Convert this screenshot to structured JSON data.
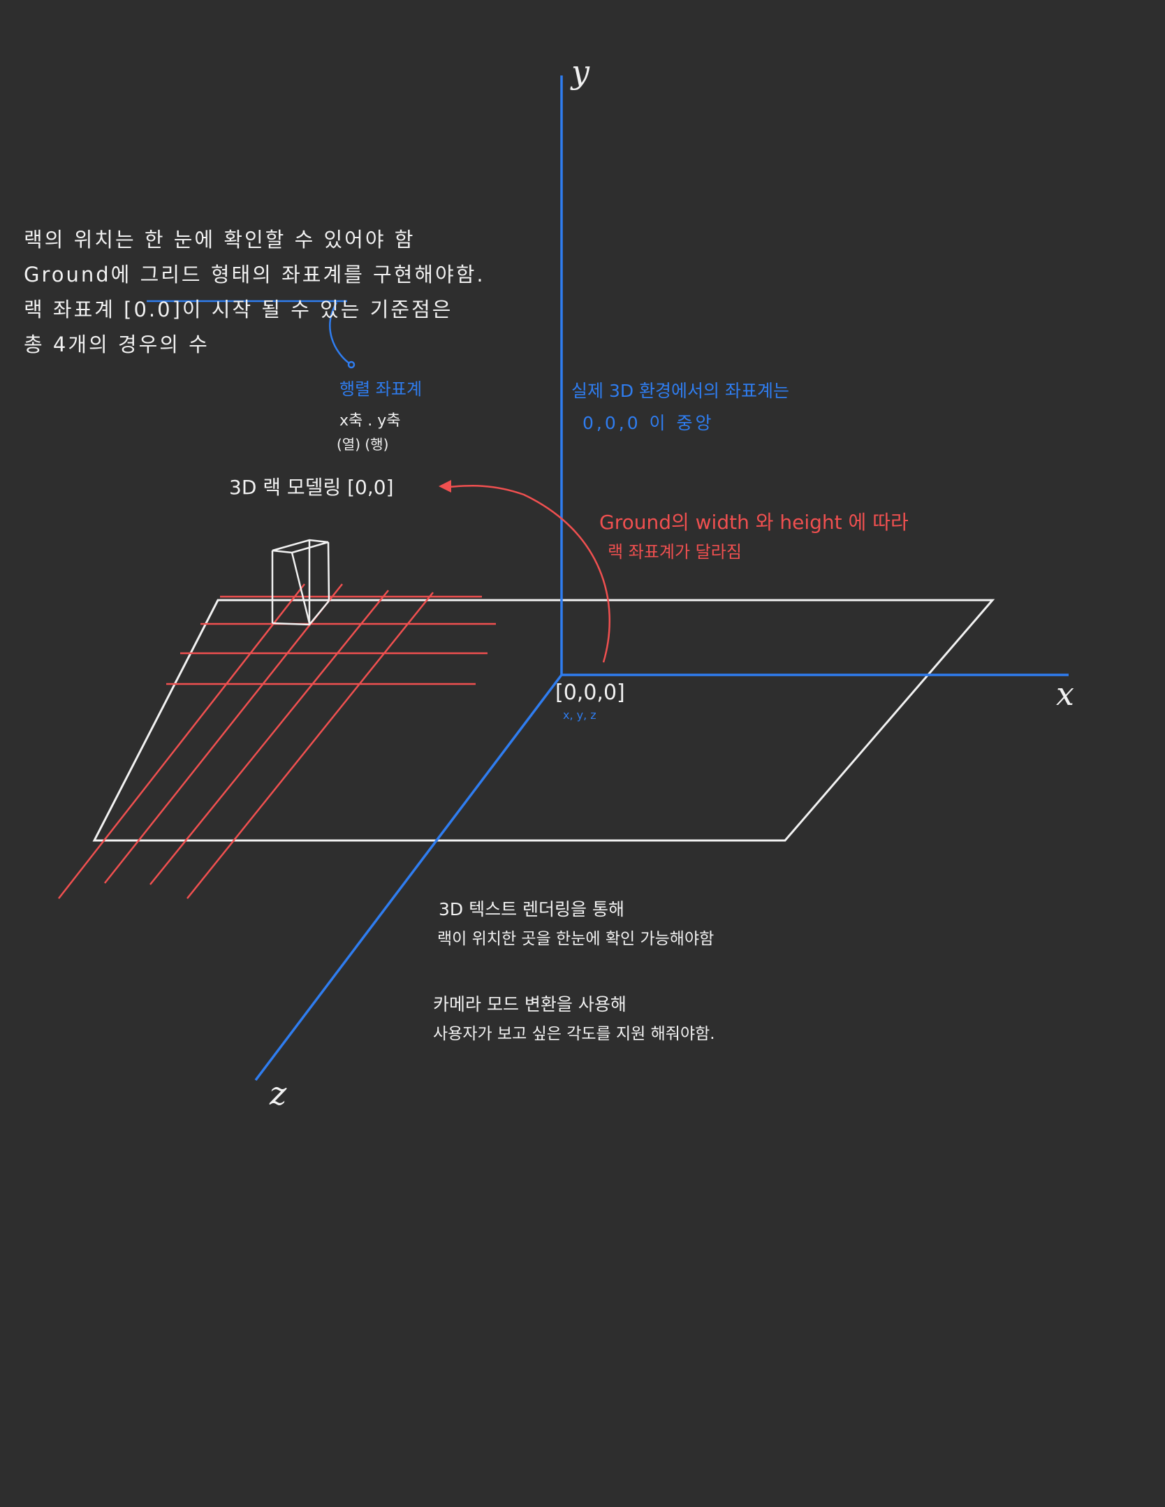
{
  "colors": {
    "background": "#2e2e2e",
    "axis": "#2f7df0",
    "ground": "#f2f2f2",
    "grid": "#f05050",
    "text": "#f2f2f2"
  },
  "axes": {
    "x": "x",
    "y": "y",
    "z": "z"
  },
  "origin_label": "[0,0,0]",
  "origin_sub_label": "x, y, z",
  "requirements": [
    "랙의 위치는 한 눈에 확인할 수 있어야 함",
    "Ground에 그리드 형태의 좌표계를 구현해야함.",
    "랙 좌표계 [0.0]이 시작 될 수 있는 기준점은",
    "총 4개의 경우의 수"
  ],
  "matrix_note": {
    "title": "행렬 좌표계",
    "axes": "x축 . y축",
    "meaning": "(열)  (행)"
  },
  "real_3d_note": [
    "실제 3D 환경에서의 좌표계는",
    "0,0,0 이 중앙"
  ],
  "rack_model_label": "3D 랙 모델링 [0,0]",
  "ground_note": [
    "Ground의 width 와 height 에 따라",
    "랙 좌표계가 달라짐"
  ],
  "text_render_note": [
    "3D 텍스트 렌더링을 통해",
    "랙이 위치한 곳을 한눈에 확인 가능해야함"
  ],
  "camera_note": [
    "카메라 모드 변환을 사용해",
    "사용자가 보고 싶은 각도를 지원 해줘야함."
  ]
}
